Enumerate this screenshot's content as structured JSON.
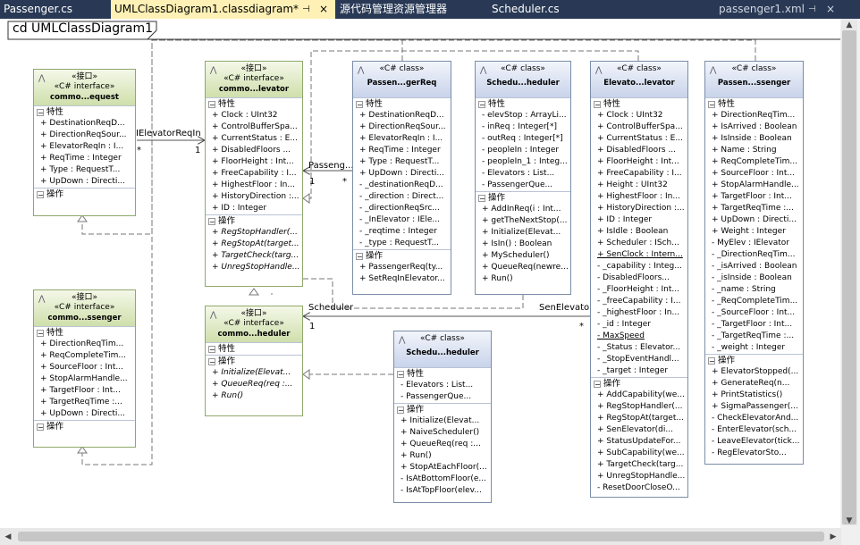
{
  "tabs": [
    {
      "label": "Passenger.cs"
    },
    {
      "label": "UMLClassDiagram1.classdiagram*",
      "pin": "⊣",
      "close": "×"
    },
    {
      "label": "源代码管理资源管理器"
    },
    {
      "label": "Scheduler.cs"
    },
    {
      "label": "passenger1.xml",
      "pin": "⊣",
      "close": "×"
    }
  ],
  "frame_title": "cd UMLClassDiagram1",
  "boxes": [
    {
      "id": "if_request",
      "kind": "iface",
      "stereo": "«接口»",
      "sub": "«C# interface»",
      "name": "commo...equest",
      "sections": [
        {
          "title": "特性",
          "members": [
            "+ DestinationReqD...",
            "+ DirectionReqSour...",
            "+ ElevatorReqIn : I...",
            "+ ReqTime : Integer",
            "+ Type : RequestT...",
            "+ UpDown : Directi..."
          ]
        },
        {
          "title": "操作",
          "members": []
        }
      ]
    },
    {
      "id": "if_elevator",
      "kind": "iface",
      "stereo": "«接口»",
      "sub": "«C# interface»",
      "name": "commo...levator",
      "sections": [
        {
          "title": "特性",
          "members": [
            "+ Clock : UInt32",
            "+ ControlBufferSpa...",
            "+ CurrentStatus : E...",
            "+ DisabledFloors ...",
            "+ FloorHeight : Int...",
            "+ FreeCapability : I...",
            "+ HighestFloor : In...",
            "+ HistoryDirection :...",
            "+ ID : Integer"
          ]
        },
        {
          "title": "操作",
          "members": [
            "+ RegStopHandler(...",
            "+ RegStopAt(target...",
            "+ TargetCheck(targ...",
            "+ UnregStopHandle..."
          ]
        }
      ]
    },
    {
      "id": "if_passenger",
      "kind": "iface",
      "stereo": "«接口»",
      "sub": "«C# interface»",
      "name": "commo...ssenger",
      "sections": [
        {
          "title": "特性",
          "members": [
            "+ DirectionReqTim...",
            "+ ReqCompleteTim...",
            "+ SourceFloor : Int...",
            "+ StopAlarmHandle...",
            "+ TargetFloor : Int...",
            "+ TargetReqTime :...",
            "+ UpDown : Directi..."
          ]
        },
        {
          "title": "操作",
          "members": []
        }
      ]
    },
    {
      "id": "if_scheduler",
      "kind": "iface",
      "stereo": "«接口»",
      "sub": "«C# interface»",
      "name": "commo...heduler",
      "sections": [
        {
          "title": "特性",
          "members": []
        },
        {
          "title": "操作",
          "members": [
            "+ Initialize(Elevat...",
            "+ QueueReq(req :...",
            "+ Run()"
          ]
        }
      ]
    },
    {
      "id": "c_passreq",
      "kind": "cls",
      "stereo": "«C# class»",
      "name": "Passen...gerReq",
      "sections": [
        {
          "title": "特性",
          "members": [
            "+ DestinationReqD...",
            "+ DirectionReqSour...",
            "+ ElevatorReqIn : I...",
            "+ ReqTime : Integer",
            "+ Type : RequestT...",
            "+ UpDown : Directi...",
            "- _destinationReqD...",
            "- _direction : Direct...",
            "- _directionReqSrc...",
            "- _InElevator : IEle...",
            "- _reqtime : Integer",
            "- _type : RequestT..."
          ]
        },
        {
          "title": "操作",
          "members": [
            "+ PassengerReq(ty...",
            "+ SetReqInElevator..."
          ]
        }
      ]
    },
    {
      "id": "c_sched1",
      "kind": "cls",
      "stereo": "«C# class»",
      "name": "Schedu...heduler",
      "sections": [
        {
          "title": "特性",
          "members": [
            "- elevStop : ArrayLi...",
            "- inReq : Integer[*]",
            "- outReq : Integer[*]",
            "- peopleIn : Integer",
            "- peopleIn_1 : Integ...",
            "-  Elevators : List...",
            "-  PassengerQue..."
          ]
        },
        {
          "title": "操作",
          "members": [
            "+ AddInReq(i : Int...",
            "+ getTheNextStop(...",
            "+ Initialize(Elevat...",
            "+ IsIn() : Boolean",
            "+ MyScheduler()",
            "+ QueueReq(newre...",
            "+ Run()"
          ]
        }
      ]
    },
    {
      "id": "c_elevator",
      "kind": "cls",
      "stereo": "«C# class»",
      "name": "Elevato...levator",
      "sections": [
        {
          "title": "特性",
          "members": [
            "+ Clock : UInt32",
            "+ ControlBufferSpa...",
            "+ CurrentStatus : E...",
            "+ DisabledFloors ...",
            "+ FloorHeight : Int...",
            "+ FreeCapability : I...",
            "+ Height : UInt32",
            "+ HighestFloor : In...",
            "+ HistoryDirection :...",
            "+ ID : Integer",
            "+ IsIdle : Boolean",
            "+ Scheduler : ISch...",
            "+ SenClock : Intern...",
            "- _capability : Integ...",
            "-  DisabledFloors...",
            "- _FloorHeight : Int...",
            "- _freeCapability : I...",
            "- _highestFloor : In...",
            "- _id : Integer",
            "-  MaxSpeed",
            "- _Status : Elevator...",
            "- _StopEventHandl...",
            "- _target : Integer"
          ]
        },
        {
          "title": "操作",
          "members": [
            "+ AddCapability(we...",
            "+ RegStopHandler(...",
            "+ RegStopAt(target...",
            "+ SenElevator(di...",
            "+ StatusUpdateFor...",
            "+ SubCapability(we...",
            "+ TargetCheck(targ...",
            "+ UnregStopHandle...",
            "- ResetDoorCloseO..."
          ]
        }
      ]
    },
    {
      "id": "c_passenger",
      "kind": "cls",
      "stereo": "«C# class»",
      "name": "Passen...ssenger",
      "sections": [
        {
          "title": "特性",
          "members": [
            "+ DirectionReqTim...",
            "+ IsArrived : Boolean",
            "+ IsInside : Boolean",
            "+ Name : String",
            "+ ReqCompleteTim...",
            "+ SourceFloor : Int...",
            "+ StopAlarmHandle...",
            "+ TargetFloor : Int...",
            "+ TargetReqTime :...",
            "+ UpDown : Directi...",
            "+ Weight : Integer",
            "- MyElev : IElevator",
            "- _DirectionReqTim...",
            "- _isArrived : Boolean",
            "- _isInside : Boolean",
            "- _name : String",
            "- _ReqCompleteTim...",
            "- _SourceFloor : Int...",
            "- _TargetFloor : Int...",
            "- _TargetReqTime :...",
            "- _weight : Integer"
          ]
        },
        {
          "title": "操作",
          "members": [
            "+ ElevatorStopped(...",
            "+ GenerateReq(n...",
            "+ PrintStatistics()",
            "+ SigmaPassenger(...",
            "- CheckElevatorAnd...",
            "- EnterElevator(sch...",
            "- LeaveElevator(tick...",
            "- RegElevatorSto..."
          ]
        }
      ]
    },
    {
      "id": "c_sched2",
      "kind": "cls",
      "stereo": "«C# class»",
      "name": "Schedu...heduler",
      "sections": [
        {
          "title": "特性",
          "members": [
            "-  Elevators : List...",
            "-  PassengerQue..."
          ]
        },
        {
          "title": "操作",
          "members": [
            "+ Initialize(Elevat...",
            "+ NaiveScheduler()",
            "+ QueueReq(req :...",
            "+ Run()",
            "+ StopAtEachFloor(...",
            "- IsAtBottomFloor(e...",
            "- IsAtTopFloor(elev..."
          ]
        }
      ]
    }
  ],
  "labels": [
    {
      "id": "l1",
      "text": "IElevatorReqIn"
    },
    {
      "id": "l2",
      "text": "*"
    },
    {
      "id": "l3",
      "text": "1"
    },
    {
      "id": "l4",
      "text": "Passeng..."
    },
    {
      "id": "l5",
      "text": "1"
    },
    {
      "id": "l6",
      "text": "*"
    },
    {
      "id": "l7",
      "text": "Scheduler"
    },
    {
      "id": "l8",
      "text": "SenElevator"
    },
    {
      "id": "l9",
      "text": "1"
    },
    {
      "id": "l10",
      "text": "*"
    }
  ]
}
